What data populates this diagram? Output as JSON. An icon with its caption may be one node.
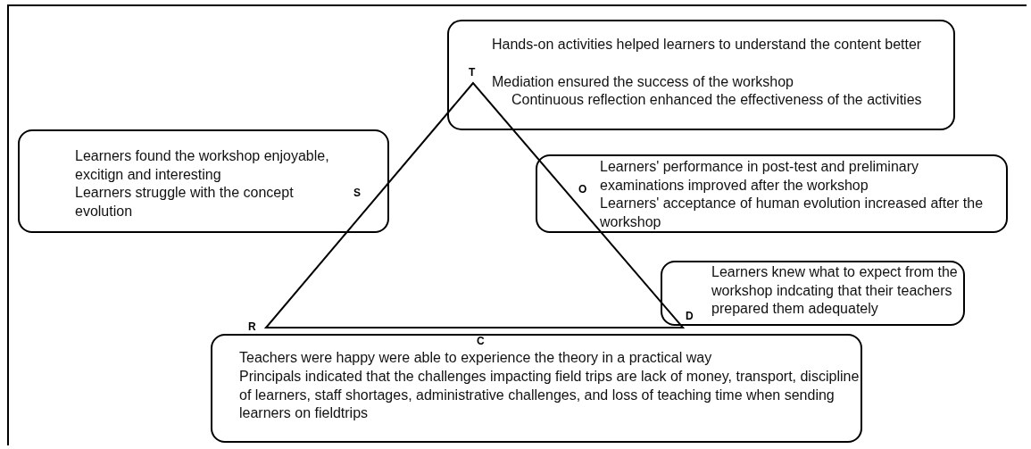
{
  "diagram": {
    "nodes": [
      {
        "text": [
          "Hands-on activities helped learners to understand the content better",
          "Mediation ensured the success of the workshop",
          "Continuous reflection enhanced the effectiveness of the activities"
        ]
      },
      {
        "text": [
          "Learners found the workshop enjoyable, excitign and interesting",
          "Learners struggle with the concept evolution"
        ]
      },
      {
        "text": [
          "Learners' performance in post-test and preliminary examinations improved after the workshop",
          "Learners' acceptance of human evolution increased after the workshop"
        ]
      },
      {
        "text": [
          "Learners knew what to expect from the workshop indcating that their teachers prepared them adequately"
        ]
      },
      {
        "text": [
          "Teachers were happy were able to experience the theory in a practical way",
          "Principals indicated that the challenges impacting field trips are lack of money, transport, discipline of learners, staff shortages, administrative challenges, and loss of teaching time when sending learners on fieldtrips"
        ]
      }
    ],
    "edges": [],
    "labels": [
      "T",
      "O",
      "S",
      "D",
      "R",
      "C"
    ]
  }
}
